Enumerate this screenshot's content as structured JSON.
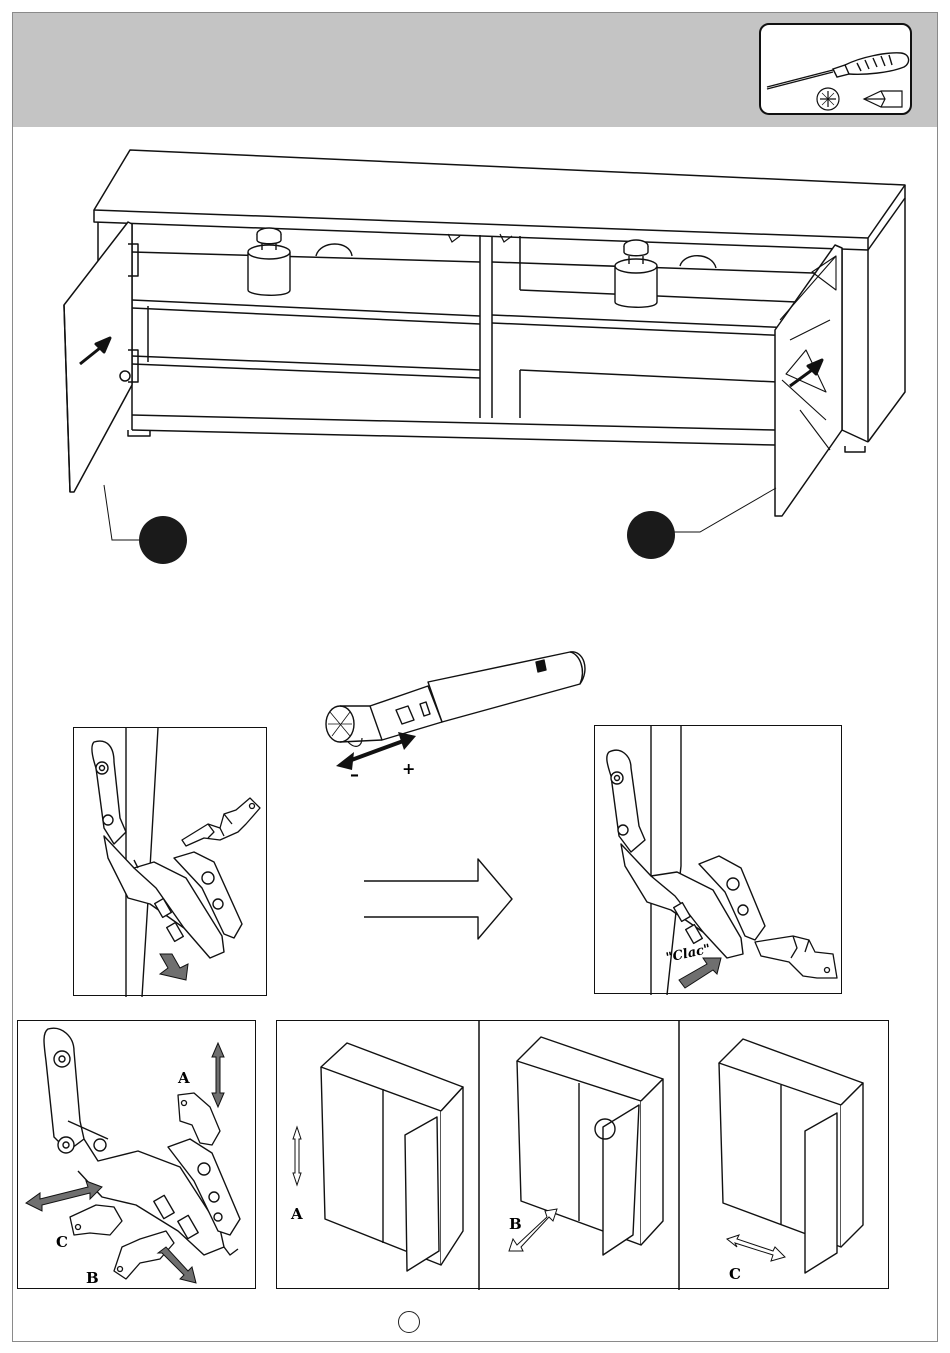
{
  "labels": {
    "minus": "–",
    "plus": "+",
    "clac": "\"Clac\"",
    "adjust_a": "A",
    "adjust_b": "B",
    "adjust_c": "C"
  },
  "icons": [
    "screwdriver-icon",
    "phillips-head-icon",
    "screwdriver-tip-icon",
    "pointing-hand-icon",
    "arrow-icon"
  ],
  "colors": {
    "header_band": "#c4c4c4",
    "callout_dot": "#1a1a1a",
    "gray_arrow": "#6f6f6f",
    "line": "#111111"
  }
}
